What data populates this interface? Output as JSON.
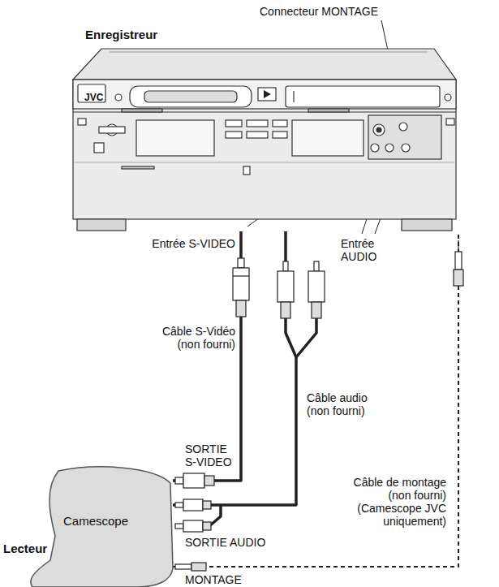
{
  "diagram": {
    "nodes": [
      {
        "text": [
          "Enregistreur"
        ]
      },
      {
        "text": [
          "Lecteur",
          "Camescope"
        ]
      }
    ],
    "edges": [
      {
        "from": 1,
        "to": 0,
        "arrow": "none",
        "label": "Câble S-Vidéo (non fourni)"
      },
      {
        "from": 1,
        "to": 0,
        "arrow": "none",
        "label": "Câble audio (non fourni)"
      },
      {
        "from": 1,
        "to": 0,
        "arrow": "none",
        "label": "Câble de montage (non fourni) (Camescope JVC uniquement)"
      }
    ],
    "labels": [
      "Connecteur MONTAGE",
      "JVC",
      "Entrée S-VIDEO",
      "Entrée AUDIO",
      "SORTIE S-VIDEO",
      "SORTIE AUDIO",
      "MONTAGE"
    ]
  }
}
